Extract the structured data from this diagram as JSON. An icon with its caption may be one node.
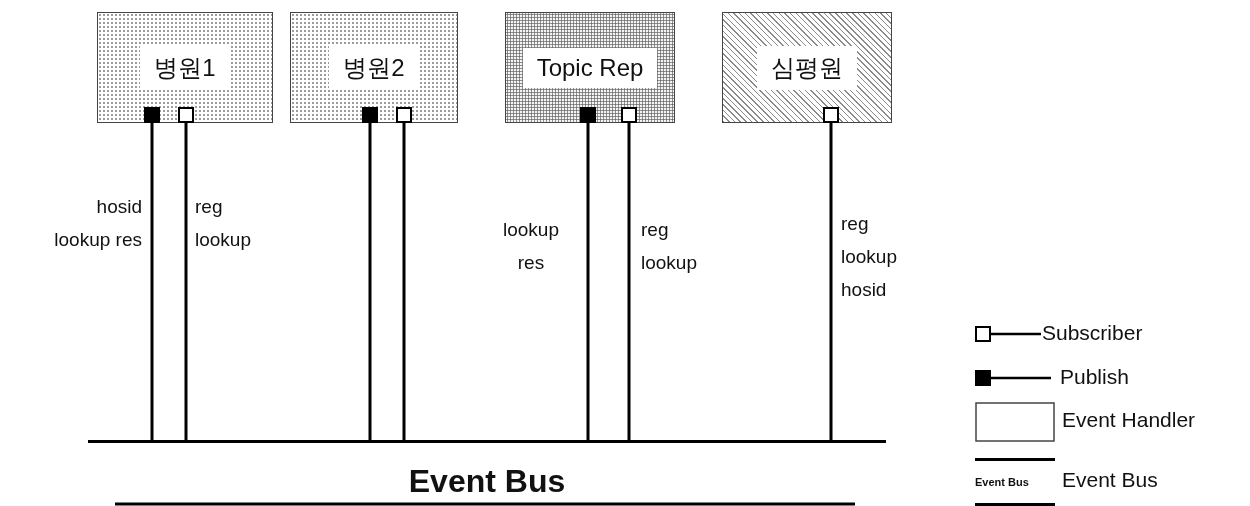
{
  "diagram": {
    "nodes": [
      {
        "text": [
          "병원1"
        ]
      },
      {
        "text": [
          "병원2"
        ]
      },
      {
        "text": [
          "Topic Rep"
        ]
      },
      {
        "text": [
          "심평원"
        ]
      },
      {
        "text": [],
        "shape": "box",
        "in": 0
      },
      {
        "text": [],
        "shape": "box",
        "in": 0
      },
      {
        "text": [],
        "shape": "box",
        "in": 1
      },
      {
        "text": [],
        "shape": "box",
        "in": 1
      },
      {
        "text": [],
        "shape": "box",
        "in": 2
      },
      {
        "text": [],
        "shape": "box",
        "in": 2
      },
      {
        "text": [],
        "shape": "box",
        "in": 3
      },
      {
        "text": [
          "Event Bus"
        ]
      }
    ],
    "edges": [
      {
        "from": 4,
        "to": 11,
        "arrow": "none",
        "label": "hosid lookup res"
      },
      {
        "from": 5,
        "to": 11,
        "arrow": "none",
        "label": "reg lookup"
      },
      {
        "from": 6,
        "to": 11,
        "arrow": "none"
      },
      {
        "from": 7,
        "to": 11,
        "arrow": "none"
      },
      {
        "from": 8,
        "to": 11,
        "arrow": "none",
        "label": "lookup res"
      },
      {
        "from": 9,
        "to": 11,
        "arrow": "none",
        "label": "reg lookup"
      },
      {
        "from": 10,
        "to": 11,
        "arrow": "none",
        "label": "reg lookup hosid"
      }
    ],
    "labels": [
      "Event Bus"
    ],
    "legend": [
      {
        "text": "Subscriber"
      },
      {
        "text": "Publish"
      },
      {
        "text": "Event Handler"
      },
      {
        "text": "Event Bus"
      }
    ]
  }
}
